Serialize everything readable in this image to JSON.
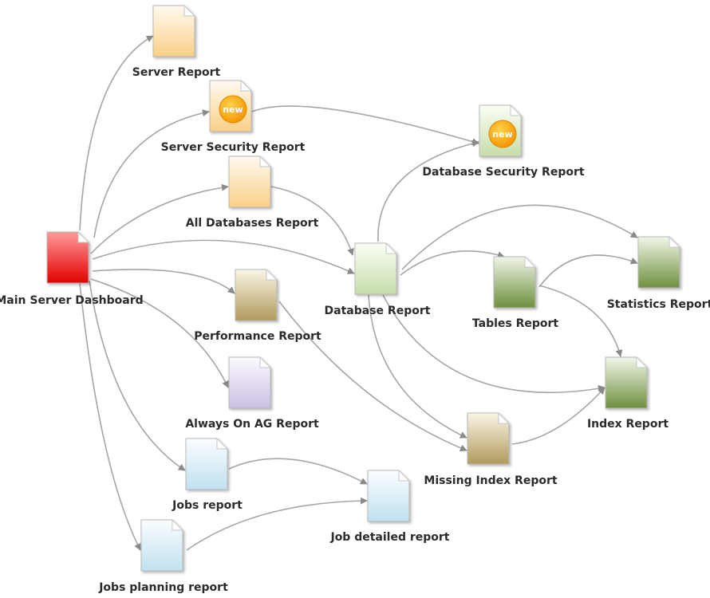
{
  "diagram": {
    "nodes": {
      "main_dashboard": {
        "label": "Main Server Dashboard",
        "color": "red"
      },
      "server_report": {
        "label": "Server Report",
        "color": "orange"
      },
      "server_security": {
        "label": "Server Security Report",
        "color": "orange",
        "badge": "new"
      },
      "all_databases": {
        "label": "All Databases Report",
        "color": "orange"
      },
      "performance": {
        "label": "Performance Report",
        "color": "tan"
      },
      "always_on": {
        "label": "Always On AG Report",
        "color": "lavender"
      },
      "jobs_report": {
        "label": "Jobs report",
        "color": "lightblue"
      },
      "jobs_planning": {
        "label": "Jobs planning report",
        "color": "lightblue"
      },
      "job_detailed": {
        "label": "Job detailed report",
        "color": "lightblue"
      },
      "database_security": {
        "label": "Database Security Report",
        "color": "palegreen",
        "badge": "new"
      },
      "database_report": {
        "label": "Database Report",
        "color": "palegreen"
      },
      "tables_report": {
        "label": "Tables Report",
        "color": "green"
      },
      "statistics_report": {
        "label": "Statistics Report",
        "color": "green"
      },
      "index_report": {
        "label": "Index Report",
        "color": "green"
      },
      "missing_index": {
        "label": "Missing Index Report",
        "color": "tan"
      }
    },
    "edges": [
      [
        "main_dashboard",
        "server_report"
      ],
      [
        "main_dashboard",
        "server_security"
      ],
      [
        "main_dashboard",
        "all_databases"
      ],
      [
        "main_dashboard",
        "database_report"
      ],
      [
        "main_dashboard",
        "performance"
      ],
      [
        "main_dashboard",
        "always_on"
      ],
      [
        "main_dashboard",
        "jobs_report"
      ],
      [
        "main_dashboard",
        "jobs_planning"
      ],
      [
        "server_security",
        "database_security"
      ],
      [
        "all_databases",
        "database_report"
      ],
      [
        "database_report",
        "database_security"
      ],
      [
        "database_report",
        "tables_report"
      ],
      [
        "database_report",
        "statistics_report"
      ],
      [
        "database_report",
        "index_report"
      ],
      [
        "database_report",
        "missing_index"
      ],
      [
        "tables_report",
        "statistics_report"
      ],
      [
        "tables_report",
        "index_report"
      ],
      [
        "performance",
        "missing_index"
      ],
      [
        "missing_index",
        "index_report"
      ],
      [
        "jobs_report",
        "job_detailed"
      ],
      [
        "jobs_planning",
        "job_detailed"
      ]
    ]
  }
}
